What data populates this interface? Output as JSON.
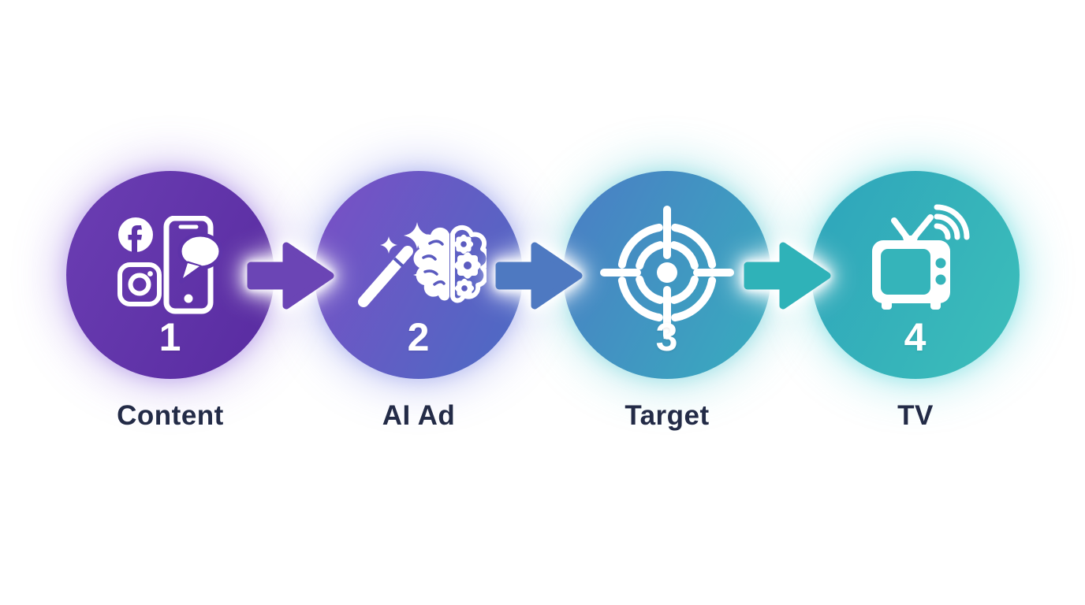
{
  "diagram": {
    "background_color": "#ffffff",
    "label_color": "#232b47",
    "number_color": "#ffffff",
    "steps": [
      {
        "number": "1",
        "label": "Content",
        "icon": "social-media-phone-icon",
        "icon_parts": [
          "facebook-icon",
          "instagram-icon",
          "smartphone-icon",
          "chat-bubble-icon"
        ],
        "gradient_start": "#6b3eb3",
        "gradient_end": "#582ba0",
        "glow": "#8c64dc",
        "icon_knockout_color": "#5e33a9"
      },
      {
        "number": "2",
        "label": "AI Ad",
        "icon": "magic-wand-ai-brain-icon",
        "icon_parts": [
          "magic-wand-icon",
          "sparkles-icon",
          "brain-icon",
          "gears-icon"
        ],
        "gradient_start": "#7b4ec5",
        "gradient_end": "#4a6cc4",
        "glow": "#7882e6",
        "icon_knockout_color": "#5a5abf"
      },
      {
        "number": "3",
        "label": "Target",
        "icon": "target-crosshair-icon",
        "icon_parts": [
          "target-crosshair-icon"
        ],
        "gradient_start": "#4b7cc5",
        "gradient_end": "#37aebe",
        "glow": "#50c8d2",
        "icon_knockout_color": "#4698c0"
      },
      {
        "number": "4",
        "label": "TV",
        "icon": "tv-broadcast-icon",
        "icon_parts": [
          "tv-icon",
          "antenna-icon",
          "wifi-signal-icon"
        ],
        "gradient_start": "#2ea4bb",
        "gradient_end": "#3cbfba",
        "glow": "#46d2d7",
        "icon_knockout_color": "#35b4ba"
      }
    ],
    "arrows": [
      {
        "direction": "right",
        "color": "#6b45b5"
      },
      {
        "direction": "right",
        "color": "#4e79c1"
      },
      {
        "direction": "right",
        "color": "#2fb2b8"
      }
    ]
  }
}
